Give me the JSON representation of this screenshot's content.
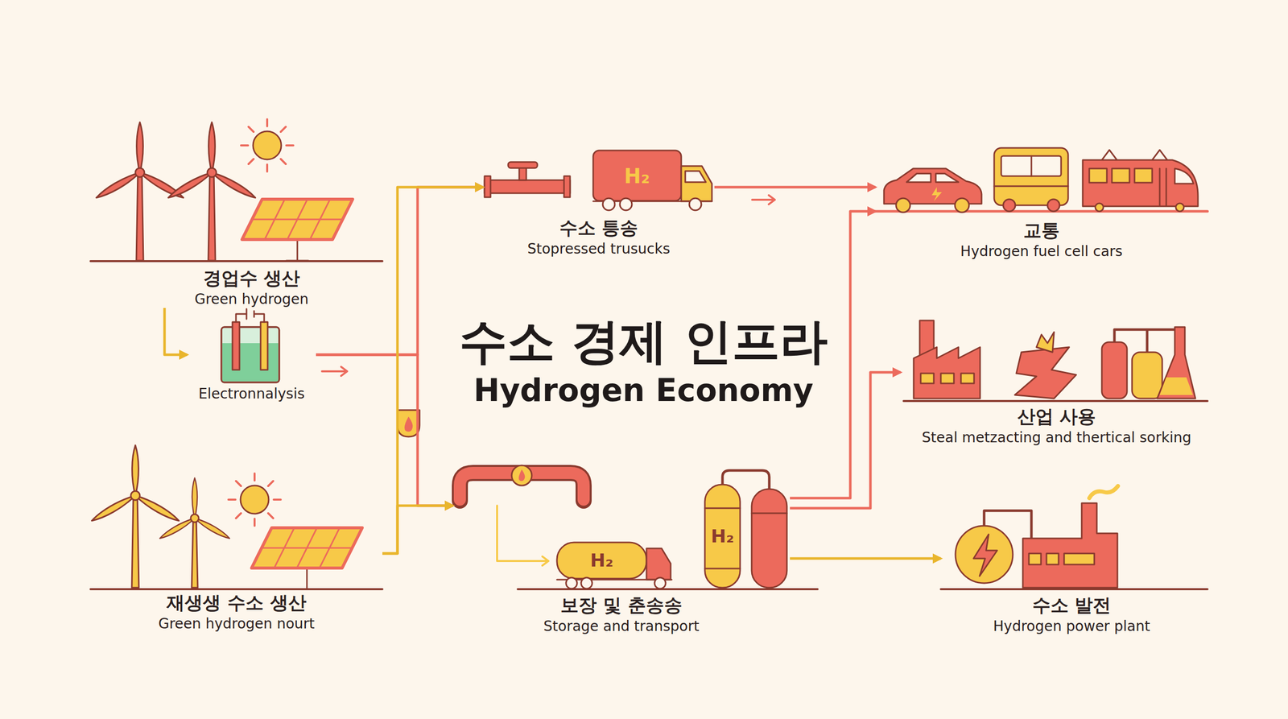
{
  "diagram": {
    "title": "수소 경제 인프라",
    "nodes": [
      {
        "text": [
          "경업수 생산",
          "Green hydrogen"
        ]
      },
      {
        "text": [
          "Electronnalysis"
        ]
      },
      {
        "text": [
          "재생생 수소 생산",
          "Green hydrogen nourt"
        ]
      },
      {
        "text": [
          "수소 틍송",
          "Stopressed trusucks"
        ]
      },
      {
        "text": [
          "보장 및 춘송송",
          "Storage and transport"
        ]
      },
      {
        "text": [
          "교통",
          "Hydrogen fuel cell cars"
        ]
      },
      {
        "text": [
          "산업 사용",
          "Steal metzacting and thertical sorking"
        ]
      },
      {
        "text": [
          "수소 발전",
          "Hydrogen power plant"
        ]
      }
    ],
    "edges": [
      {
        "from": 0,
        "to": 1,
        "arrow": "to"
      },
      {
        "from": 1,
        "to": 3,
        "arrow": "to"
      },
      {
        "from": 1,
        "to": 4,
        "arrow": "to"
      },
      {
        "from": 2,
        "to": 3,
        "arrow": "to"
      },
      {
        "from": 2,
        "to": 4,
        "arrow": "to"
      },
      {
        "from": 3,
        "to": 5,
        "arrow": "to"
      },
      {
        "from": 4,
        "to": 5,
        "arrow": "to"
      },
      {
        "from": 4,
        "to": 6,
        "arrow": "to"
      },
      {
        "from": 4,
        "to": 7,
        "arrow": "to"
      }
    ],
    "labels": [
      "Hydrogen Economy",
      "H₂",
      "H₂",
      "H₂"
    ]
  }
}
